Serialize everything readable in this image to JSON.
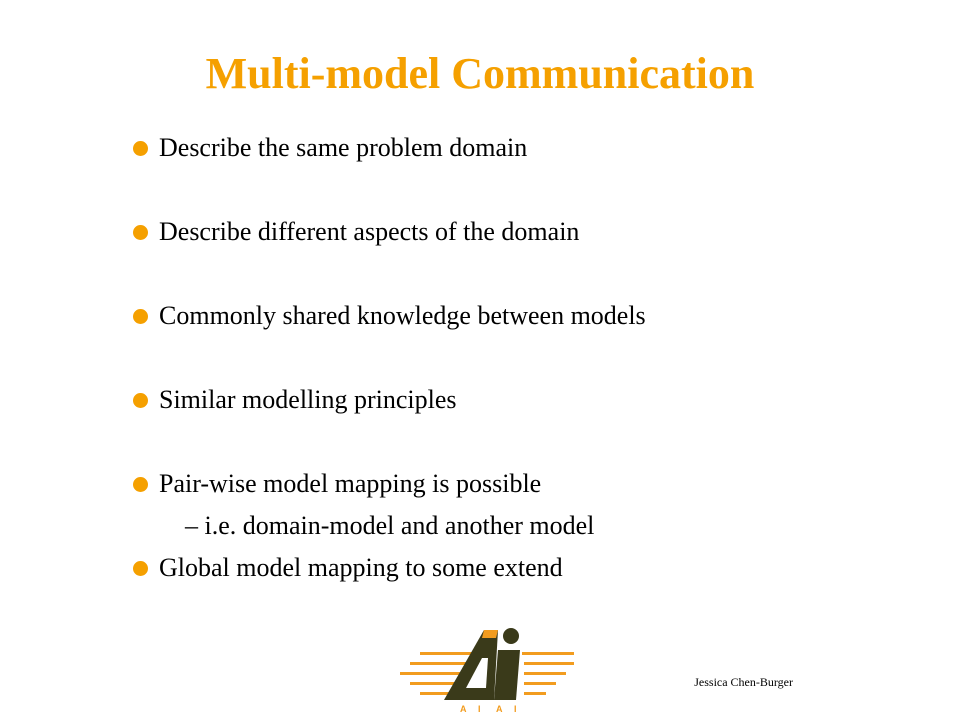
{
  "slide": {
    "title": "Multi-model Communication",
    "bullets": [
      "Describe the same problem domain",
      "Describe different aspects of the domain",
      "Commonly shared knowledge between models",
      "Similar modelling principles",
      "Pair-wise model mapping is possible",
      "Global model mapping to some extend"
    ],
    "sub_bullet": "– i.e. domain-model and another model",
    "author": "Jessica Chen-Burger",
    "logo_letters": [
      "A",
      "I",
      "A",
      "I"
    ]
  },
  "colors": {
    "accent": "#f5a000",
    "logo_dark": "#3a3a1a",
    "logo_orange": "#f29c1f"
  }
}
